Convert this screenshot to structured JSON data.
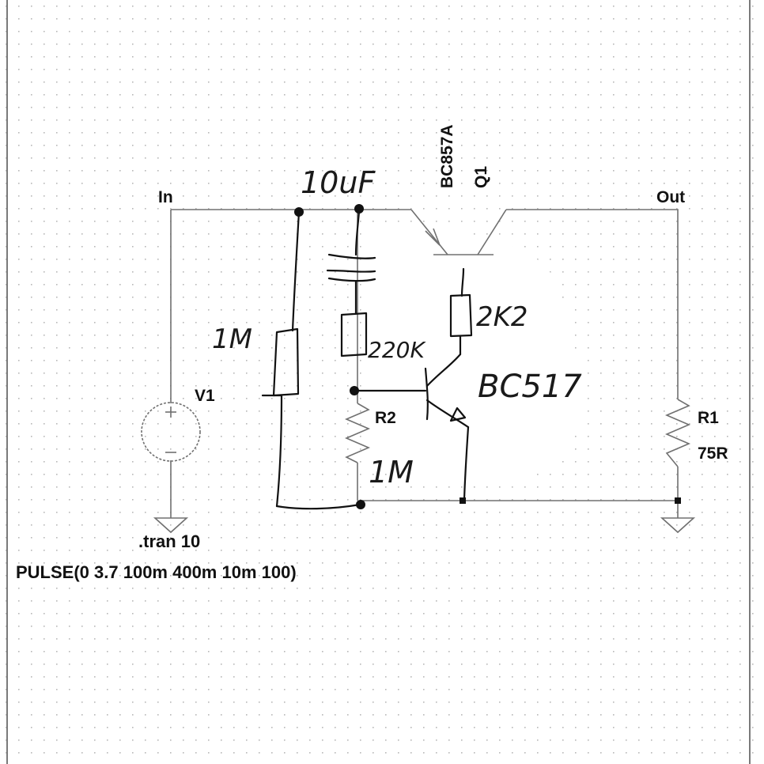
{
  "nets": {
    "in": "In",
    "out": "Out"
  },
  "components": {
    "v1": {
      "name": "V1"
    },
    "q1": {
      "model": "BC857A",
      "name": "Q1"
    },
    "r2": {
      "name": "R2"
    },
    "r1": {
      "name": "R1",
      "value": "75R"
    }
  },
  "directives": {
    "tran": ".tran 10",
    "source": "PULSE(0 3.7 100m 400m 10m 100)"
  },
  "annotations": {
    "capacitor": "10uF",
    "r_left": "1M",
    "r_series": "220K",
    "r_collector": "2K2",
    "transistor": "BC517",
    "r2_value": "1M"
  },
  "colors": {
    "wire": "#707070",
    "ink": "#111111",
    "grid": "#b8b8b8",
    "whiteout": "#ffffff"
  }
}
